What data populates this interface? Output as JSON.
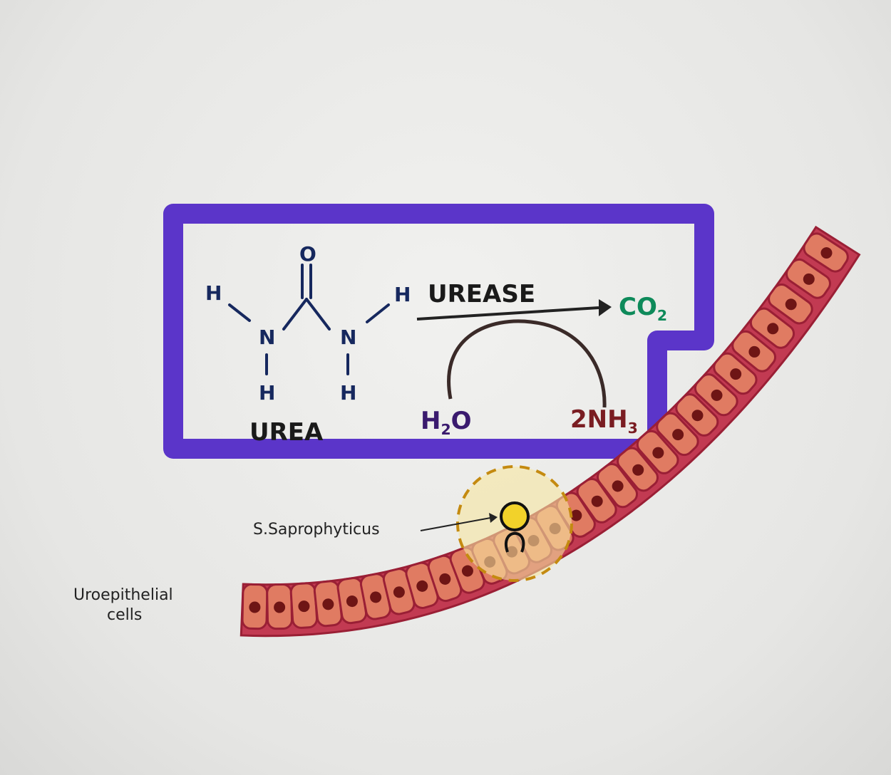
{
  "reaction_box": {
    "molecule_atoms": {
      "o": "O",
      "h1": "H",
      "h2": "H",
      "h3": "H",
      "h4": "H",
      "n1": "N",
      "n2": "N"
    },
    "molecule_name": "UREA",
    "enzyme": "UREASE",
    "product": "CO2",
    "reactant_in": "H2O",
    "product_out": "2NH3"
  },
  "labels": {
    "bacterium": "S.Saprophyticus",
    "cells_line1": "Uroepithelial",
    "cells_line2": "cells"
  },
  "colors": {
    "box": "#5b35c9",
    "molecule": "#16285e",
    "co2": "#0e8a5a",
    "h2o": "#3a1a6e",
    "nh3": "#7a1d22",
    "cell_fill": "#e07b62",
    "cell_outline": "#9a1f35",
    "nucleus": "#6e1515",
    "bacterium": "#f2d22a"
  }
}
